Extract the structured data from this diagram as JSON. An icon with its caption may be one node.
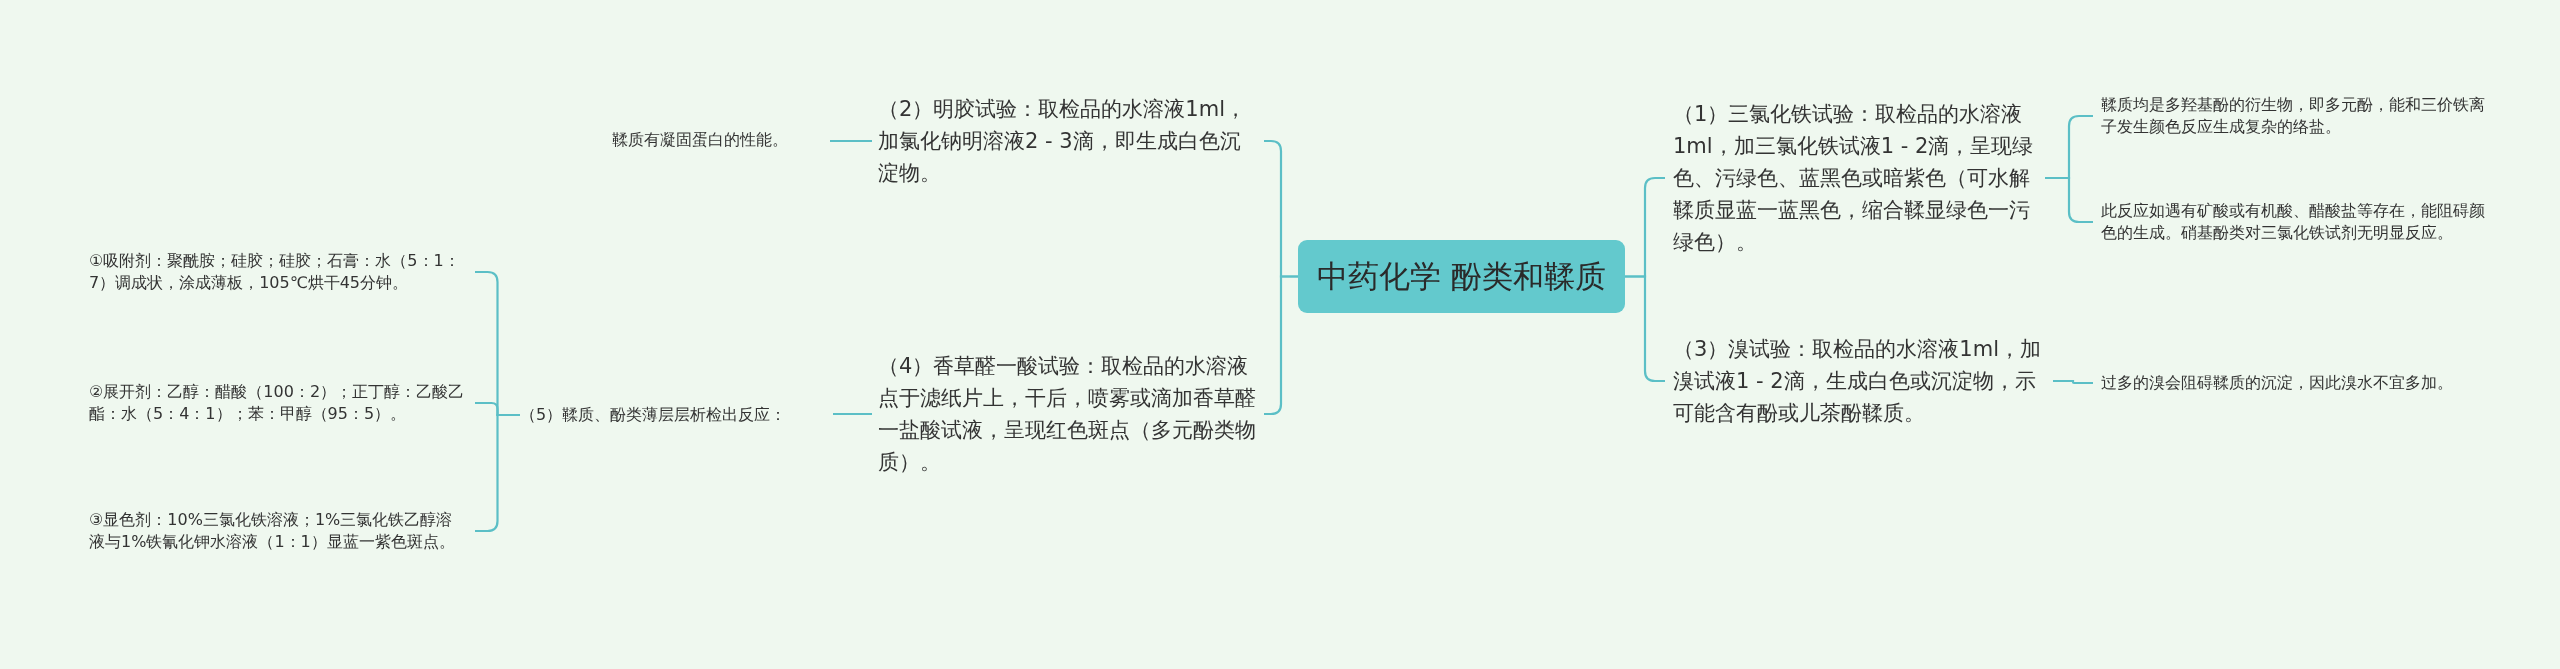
{
  "diagram": {
    "nodes": [
      {
        "text": [
          "中药化学 酚类和鞣质"
        ]
      },
      {
        "text": [
          "（2）明胶试验：取检品的水溶液1ml，加氯化钠明溶液2 - 3滴，即生成白色沉淀物。"
        ]
      },
      {
        "text": [
          "鞣质有凝固蛋白的性能。"
        ]
      },
      {
        "text": [
          "（4）香草醛一酸试验：取检品的水溶液点于滤纸片上，干后，喷雾或滴加香草醛一盐酸试液，呈现红色斑点（多元酚类物质）。"
        ]
      },
      {
        "text": [
          "（5）鞣质、酚类薄层层析检出反应："
        ]
      },
      {
        "text": [
          "①吸附剂：聚酰胺；硅胶；硅胶；石膏：水（5：1：7）调成状，涂成薄板，105℃烘干45分钟。"
        ]
      },
      {
        "text": [
          "②展开剂：乙醇：醋酸（100：2）；正丁醇：乙酸乙酯：水（5：4：1）；苯：甲醇（95：5）。"
        ]
      },
      {
        "text": [
          "③显色剂：10%三氯化铁溶液；1%三氯化铁乙醇溶液与1%铁氰化钾水溶液（1：1）显蓝一紫色斑点。"
        ]
      },
      {
        "text": [
          "（1）三氯化铁试验：取检品的水溶液1ml，加三氯化铁试液1 - 2滴，呈现绿色、污绿色、蓝黑色或暗紫色（可水解鞣质显蓝一蓝黑色，缩合鞣显绿色一污绿色）。"
        ]
      },
      {
        "text": [
          "鞣质均是多羟基酚的衍生物，即多元酚，能和三价铁离子发生颜色反应生成复杂的络盐。"
        ]
      },
      {
        "text": [
          "此反应如遇有矿酸或有机酸、醋酸盐等存在，能阻碍颜色的生成。硝基酚类对三氯化铁试剂无明显反应。"
        ]
      },
      {
        "text": [
          "（3）溴试验：取检品的水溶液1ml，加溴试液1 - 2滴，生成白色或沉淀物，示可能含有酚或儿茶酚鞣质。"
        ]
      },
      {
        "text": [
          "过多的溴会阻碍鞣质的沉淀，因此溴水不宜多加。"
        ]
      }
    ],
    "edges": [
      {
        "from": 0,
        "to": 1,
        "arrow": "none"
      },
      {
        "from": 1,
        "to": 2,
        "arrow": "none"
      },
      {
        "from": 0,
        "to": 3,
        "arrow": "none"
      },
      {
        "from": 3,
        "to": 4,
        "arrow": "none"
      },
      {
        "from": 4,
        "to": 5,
        "arrow": "none"
      },
      {
        "from": 4,
        "to": 6,
        "arrow": "none"
      },
      {
        "from": 4,
        "to": 7,
        "arrow": "none"
      },
      {
        "from": 0,
        "to": 8,
        "arrow": "none"
      },
      {
        "from": 8,
        "to": 9,
        "arrow": "none"
      },
      {
        "from": 8,
        "to": 10,
        "arrow": "none"
      },
      {
        "from": 0,
        "to": 11,
        "arrow": "none"
      },
      {
        "from": 11,
        "to": 12,
        "arrow": "none"
      }
    ]
  }
}
